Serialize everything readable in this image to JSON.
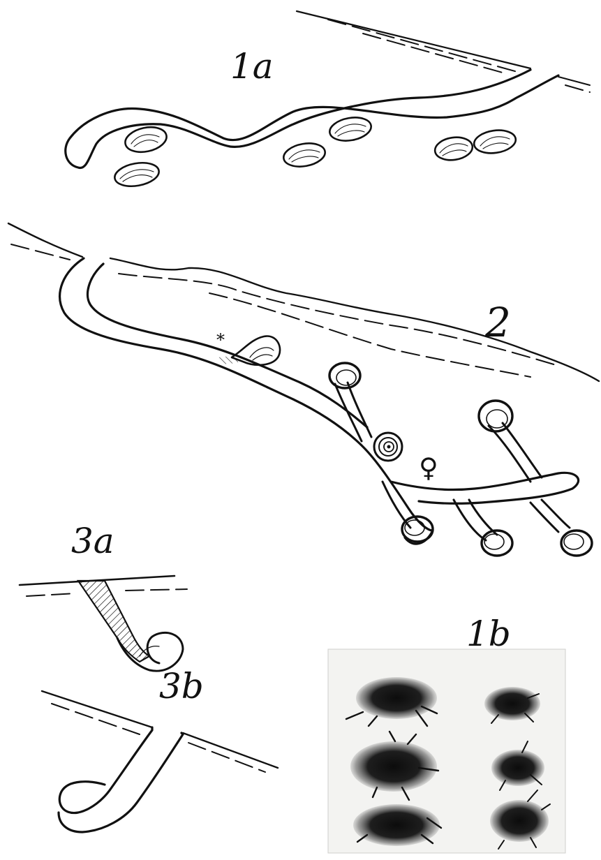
{
  "figures": {
    "fig_1a": {
      "label": "1a"
    },
    "fig_2": {
      "label": "2",
      "markers": {
        "asterisk": "*",
        "female_symbol": "♀"
      }
    },
    "fig_3a": {
      "label": "3a"
    },
    "fig_3b": {
      "label": "3b"
    },
    "fig_1b": {
      "label": "1b",
      "specimen_count": 6
    }
  },
  "colors": {
    "ink": "#111111",
    "photo_background": "#f3f3f1"
  }
}
